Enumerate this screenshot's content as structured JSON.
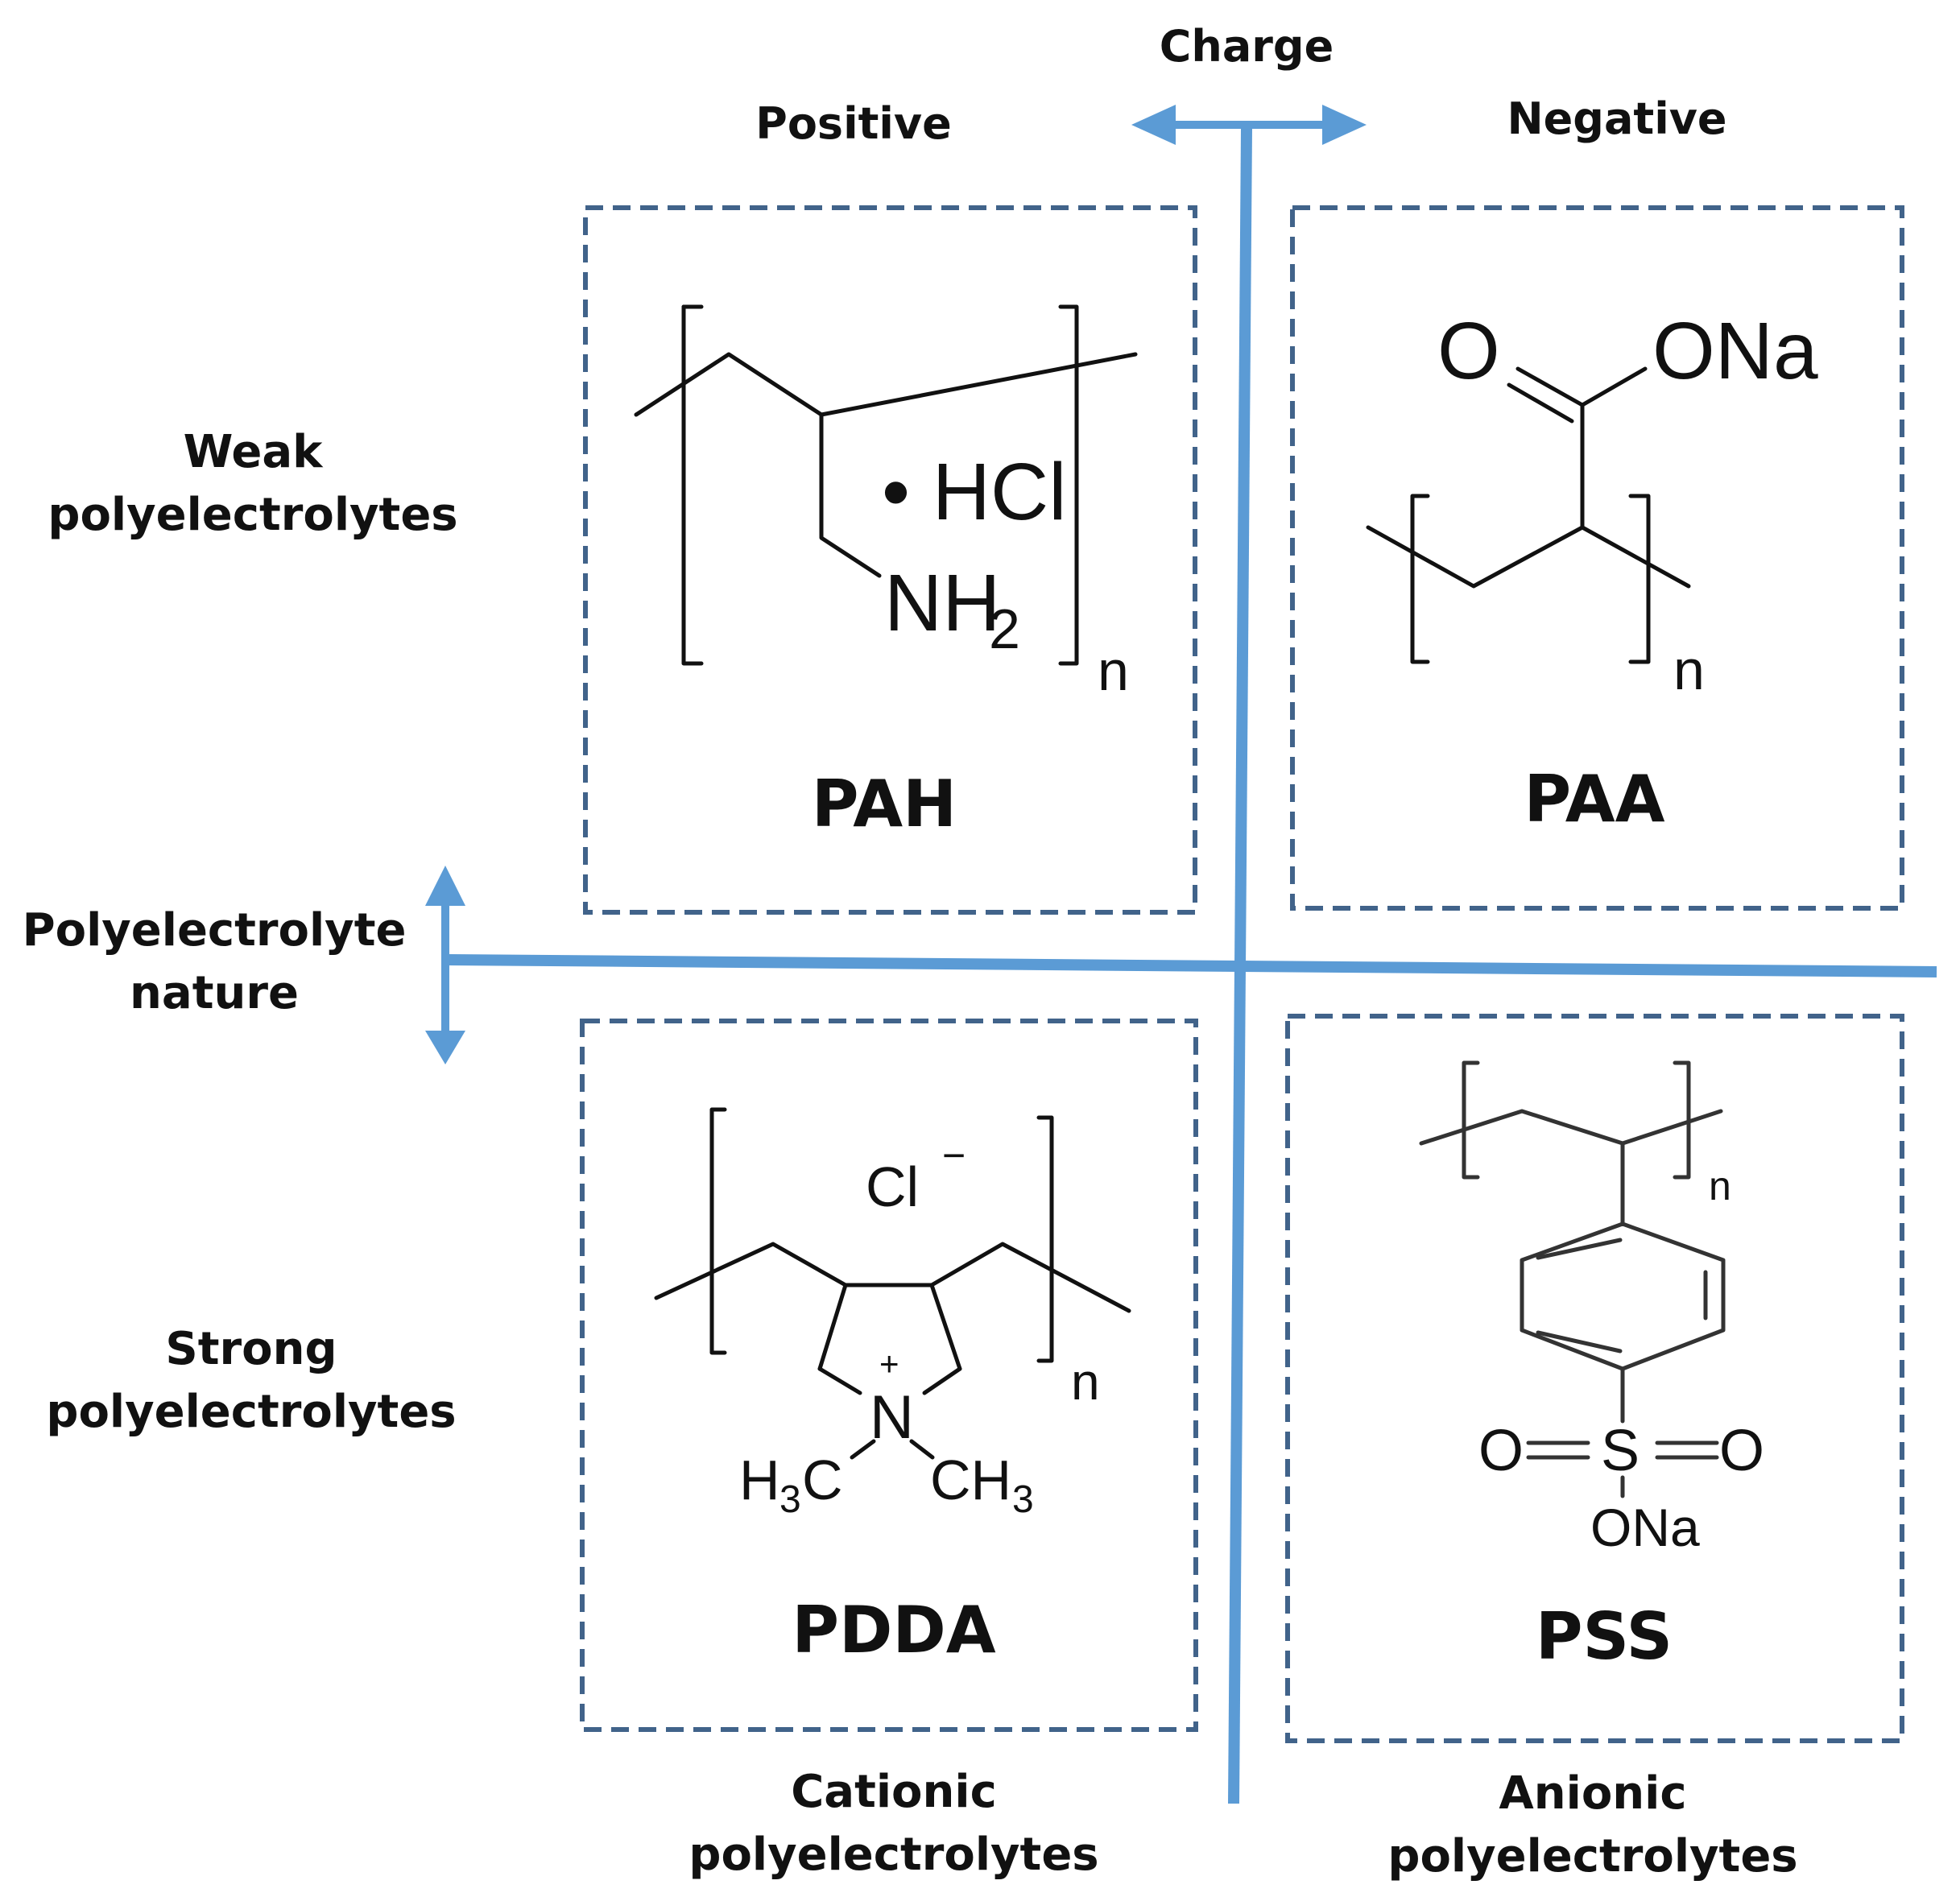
{
  "axes": {
    "charge": {
      "title": "Charge",
      "positive": "Positive",
      "negative": "Negative"
    },
    "nature": {
      "title_line1": "Polyelectrolyte",
      "title_line2": "nature"
    }
  },
  "rows": {
    "weak": {
      "line1": "Weak",
      "line2": "polyelectrolytes"
    },
    "strong": {
      "line1": "Strong",
      "line2": "polyelectrolytes"
    }
  },
  "columns": {
    "cationic": {
      "line1": "Cationic",
      "line2": "polyelectrolytes"
    },
    "anionic": {
      "line1": "Anionic",
      "line2": "polyelectrolytes"
    }
  },
  "polymers": {
    "pah": {
      "name": "PAH",
      "salt": "• HCl",
      "amine": "NH",
      "amine_sub": "2",
      "repeat": "n"
    },
    "paa": {
      "name": "PAA",
      "oxygen": "O",
      "ona": "ONa",
      "repeat": "n"
    },
    "pdda": {
      "name": "PDDA",
      "counterion": "Cl",
      "counterion_charge": "−",
      "nitrogen": "N",
      "charge": "+",
      "methyl_left": "H",
      "methyl_left_sub": "3",
      "methyl_left_c": "C",
      "methyl_right": "CH",
      "methyl_right_sub": "3",
      "repeat": "n"
    },
    "pss": {
      "name": "PSS",
      "o_left": "O",
      "sulfur": "S",
      "o_right": "O",
      "ona": "ONa",
      "repeat": "n"
    }
  },
  "colors": {
    "axis": "#5b9bd5",
    "box_border": "#41638a",
    "text": "#111111"
  }
}
